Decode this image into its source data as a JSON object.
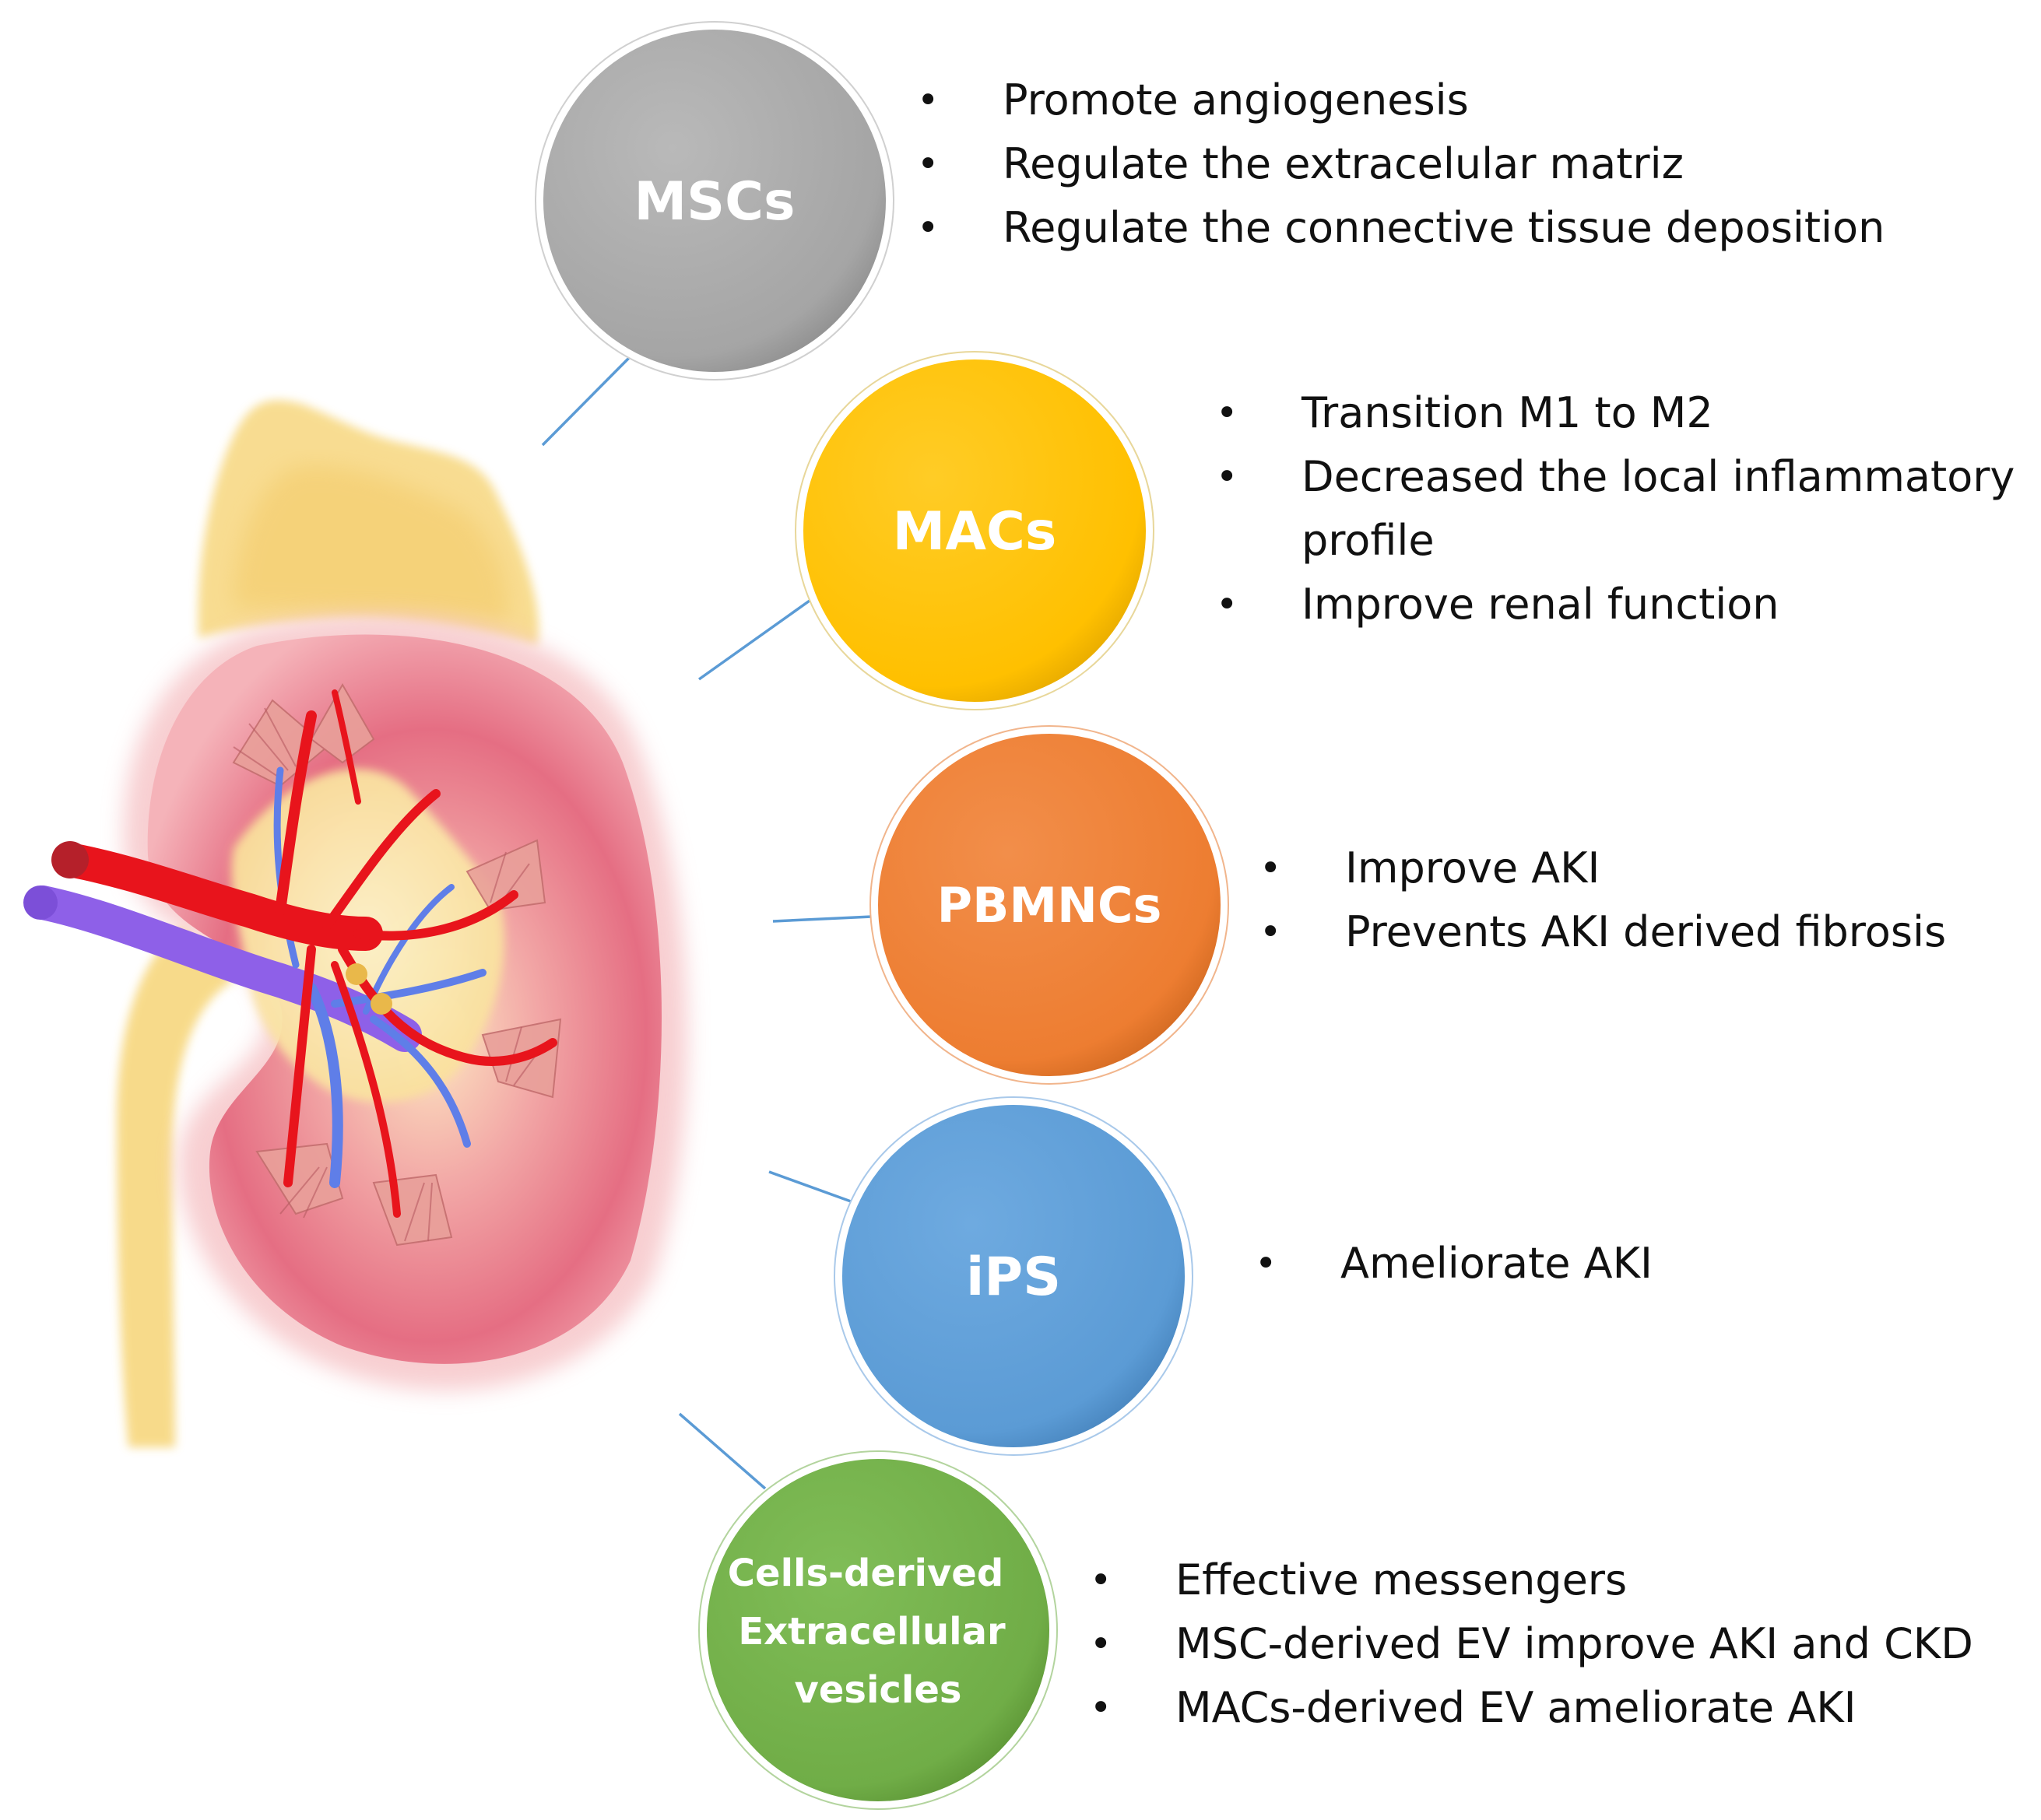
{
  "groups": [
    {
      "id": "mscs",
      "label": "MSCs",
      "color": "#a5a5a5",
      "bullets": [
        "Promote angiogenesis",
        "Regulate the extracelular matriz",
        "Regulate the connective tissue deposition"
      ]
    },
    {
      "id": "macs",
      "label": "MACs",
      "color": "#ffc000",
      "bullets": [
        "Transition M1 to M2",
        "Decreased the local inflammatory profile",
        "Improve renal function"
      ]
    },
    {
      "id": "pbmncs",
      "label": "PBMNCs",
      "color": "#ed7d31",
      "bullets": [
        "Improve AKI",
        "Prevents AKI derived fibrosis"
      ]
    },
    {
      "id": "ips",
      "label": "iPS",
      "color": "#5b9bd5",
      "bullets": [
        "Ameliorate AKI"
      ]
    },
    {
      "id": "ev",
      "label_lines": [
        "Cells-derived",
        "Extracellular",
        "vesicles"
      ],
      "color": "#70ad47",
      "bullets": [
        "Effective messengers",
        "MSC-derived EV improve AKI and CKD",
        "MACs-derived EV ameliorate AKI"
      ]
    }
  ],
  "connector_color": "#5b9bd5"
}
